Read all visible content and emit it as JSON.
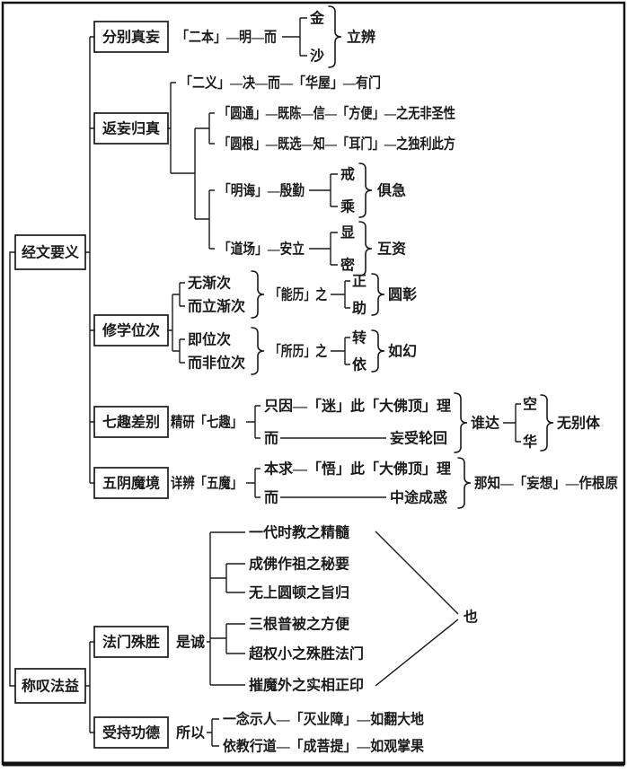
{
  "page": {
    "background": "#ffffff",
    "ink": "#1a1a1a"
  },
  "boxes": {
    "jingwen": "经文要义",
    "chentan": "称叹法益",
    "fenbie": "分别真妄",
    "fanwang": "返妄归真",
    "xiuxue": "修学位次",
    "qiqu": "七趣差别",
    "wuyin": "五阴魔境",
    "famen": "法门殊胜",
    "shouchi": "受持功德"
  },
  "fenbie_branch": {
    "stem": "「二本」—明—而",
    "fork_top": "金",
    "fork_bottom": "沙",
    "result": "立辨"
  },
  "fanwang_branch": {
    "row_eryi": "「二义」—决—而—「华屋」—有门",
    "row_yuantong": "「圆通」—既陈—信—「方便」—之无非圣性",
    "row_yuangen": "「圆根」—既选—知—「耳门」—之独利此方",
    "minghui": {
      "stem": "「明诲」—殷勤",
      "fork_top": "戒",
      "fork_bottom": "乘",
      "result": "俱急"
    },
    "daochang": {
      "stem": "「道场」—安立",
      "fork_top": "显",
      "fork_bottom": "密",
      "result": "互资"
    }
  },
  "xiuxue_branch": {
    "group1": {
      "alt_top": "无渐次",
      "alt_bottom": "而立渐次",
      "mid": "「能历」之",
      "fork_top": "正",
      "fork_bottom": "助",
      "result": "圆彰"
    },
    "group2": {
      "alt_top": "即位次",
      "alt_bottom": "而非位次",
      "mid": "「所历」之",
      "fork_top": "转",
      "fork_bottom": "依",
      "result": "如幻"
    }
  },
  "qiqu_branch": {
    "stem": "精研「七趣」",
    "row_top": "只因—「迷」此「大佛顶」理",
    "row_bottom_head": "而",
    "row_bottom_tail": "妄受轮回",
    "mid": "谁达",
    "fork_top": "空",
    "fork_bottom": "华",
    "result": "无别体"
  },
  "wuyin_branch": {
    "stem": "详辨「五魔」",
    "row_top": "本求—「悟」此「大佛顶」理",
    "row_bottom_head": "而",
    "row_bottom_tail": "中途成惑",
    "result": "那知—「妄想」—作根原"
  },
  "famen_branch": {
    "stem": "是诚",
    "items": [
      "一代时教之精髓",
      "成佛作祖之秘要",
      "无上圆顿之旨归",
      "三根普被之方便",
      "超权小之殊胜法门",
      "摧魔外之实相正印"
    ],
    "result": "也"
  },
  "shouchi_branch": {
    "stem": "所以",
    "row_top": "一念示人—「灭业障」—如翻大地",
    "row_bottom": "依教行道—「成菩提」—如观掌果"
  }
}
